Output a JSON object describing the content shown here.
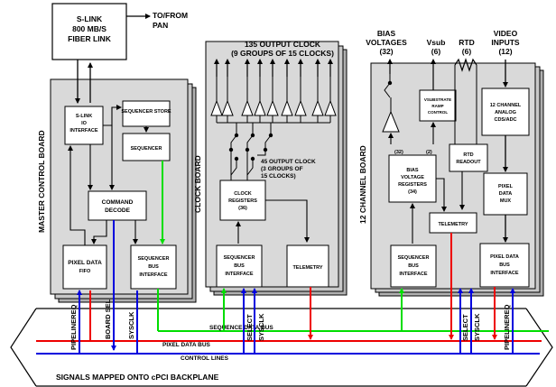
{
  "top": {
    "slink_fiber": [
      "S-LINK",
      "800 MB/S",
      "FIBER LINK"
    ],
    "to_from_pan": [
      "TO/FROM",
      "PAN"
    ]
  },
  "header": {
    "output_clock": [
      "135 OUTPUT CLOCK",
      "(9 GROUPS OF 15 CLOCKS)"
    ],
    "bias_voltages": [
      "BIAS",
      "VOLTAGES",
      "(32)"
    ],
    "vsub": [
      "Vsub",
      "(6)"
    ],
    "rtd": [
      "RTD",
      "(6)"
    ],
    "video_inputs": [
      "VIDEO",
      "INPUTS",
      "(12)"
    ]
  },
  "master": {
    "board_label": "MASTER CONTROL BOARD",
    "slink_interface": [
      "S-LINK",
      "IO",
      "INTERFACE"
    ],
    "sequencer_store": "SEQUENCER STORE",
    "sequencer": "SEQUENCER",
    "command_decode": [
      "COMMAND",
      "DECODE"
    ],
    "pixel_data_fifo": [
      "PIXEL DATA",
      "FIFO"
    ],
    "sequencer_bus_interface": [
      "SEQUENCER",
      "BUS",
      "INTERFACE"
    ]
  },
  "clock": {
    "board_label": "CLOCK BOARD",
    "output_clock_note": [
      "45 OUTPUT CLOCK",
      "(3 GROUPS OF",
      "15 CLOCKS)"
    ],
    "clock_registers": [
      "CLOCK",
      "REGISTERS",
      "(36)"
    ],
    "sequencer_bus_interface": [
      "SEQUENCER",
      "BUS",
      "INTERFACE"
    ],
    "telemetry": "TELEMETRY"
  },
  "channel": {
    "board_label": "12 CHANNEL BOARD",
    "vsubstrate_ramp": [
      "VSUBSTRATE",
      "RAMP",
      "CONTROL"
    ],
    "analog_cds_adc": [
      "12 CHANNEL",
      "ANALOG",
      "CDS/ADC"
    ],
    "count_32": "(32)",
    "count_2": "(2)",
    "bias_voltage_registers": [
      "BIAS",
      "VOLTAGE",
      "REGISTERS",
      "(34)"
    ],
    "rtd_readout": [
      "RTD",
      "READOUT"
    ],
    "pixel_data_mux": [
      "PIXEL",
      "DATA",
      "MUX"
    ],
    "telemetry": "TELEMETRY",
    "sequencer_bus_interface": [
      "SEQUENCER",
      "BUS",
      "INTERFACE"
    ],
    "pixel_data_bus_interface": [
      "PIXEL DATA",
      "BUS",
      "INTERFACE"
    ]
  },
  "signals": {
    "pipelinereq_left": "PIPELINEREQ",
    "board_sel": "BOARD SEL",
    "sysclk_left": "SYSCLK",
    "select_mid": "SELECT",
    "sysclk_mid": "SYSCLK",
    "select_right": "SELECT",
    "sysclk_right": "SYSCLK",
    "pipelinereq_right": "PIPELINEREQ"
  },
  "buses": {
    "sequence_data_bus": "SEQUENCE DATA BUS",
    "pixel_data_bus": "PIXEL DATA BUS",
    "control_lines": "CONTROL LINES",
    "backplane": "SIGNALS MAPPED ONTO cPCI BACKPLANE"
  },
  "colors": {
    "board_fill": "#d9d9d9",
    "box_fill": "#ffffff",
    "green_bus": "#00dd00",
    "red_bus": "#ee0000",
    "blue_bus": "#0000dd"
  }
}
